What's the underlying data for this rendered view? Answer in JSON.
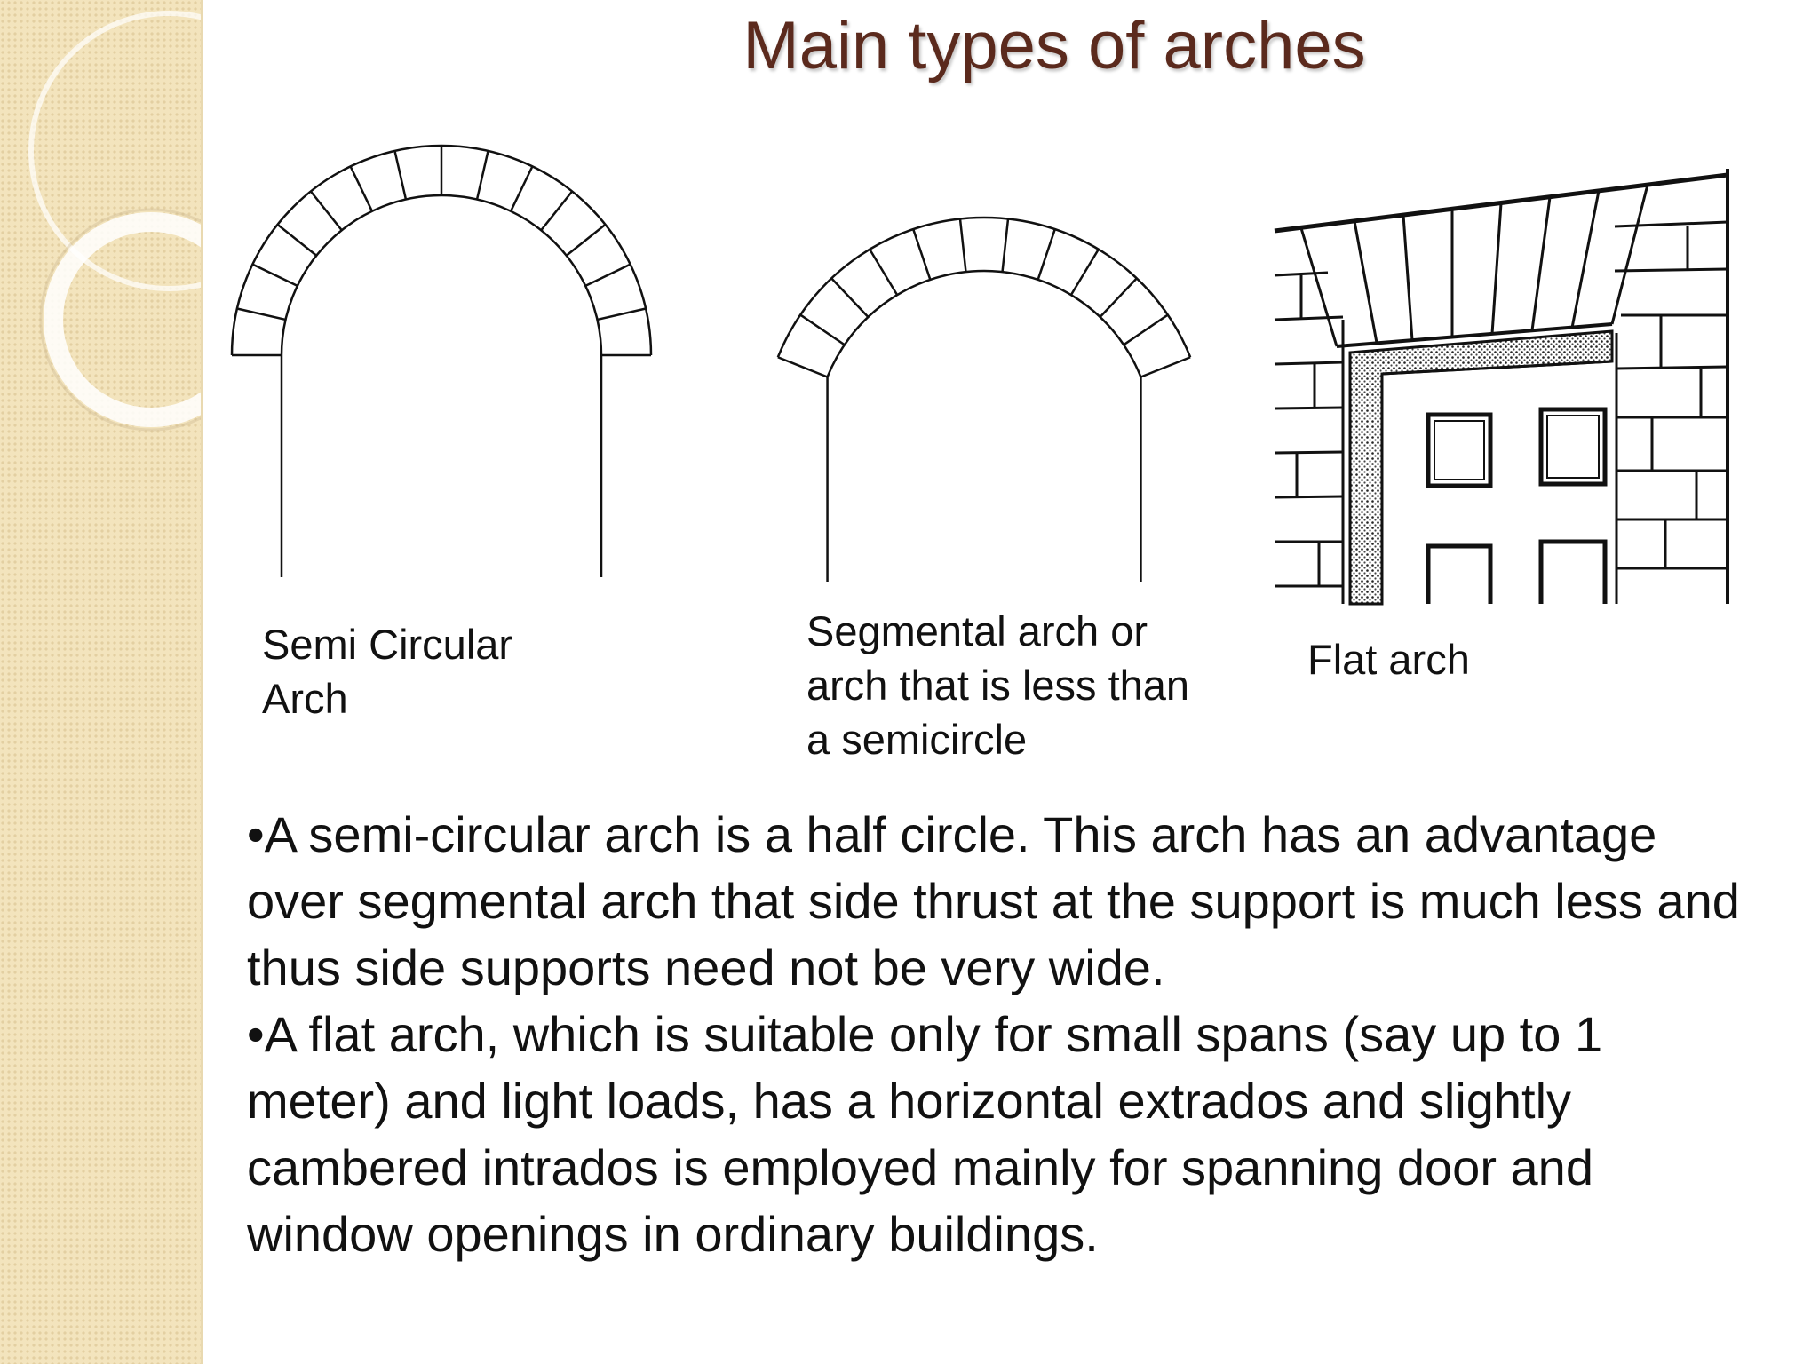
{
  "title": "Main types of arches",
  "figures": [
    {
      "caption": "Semi Circular Arch",
      "icon": "semi-circular-arch-drawing"
    },
    {
      "caption": "Segmental arch or arch that is less than a semicircle",
      "icon": "segmental-arch-drawing"
    },
    {
      "caption": "Flat arch",
      "icon": "flat-arch-drawing"
    }
  ],
  "bullets": [
    "•A semi-circular arch is a half circle. This arch has an advantage over segmental arch that side thrust at the support is much less and thus side supports need not be very wide.",
    "•A flat arch, which is suitable only for small spans (say up to 1 meter) and light loads, has a horizontal extrados and slightly cambered intrados is employed mainly for spanning door and window openings in ordinary buildings."
  ],
  "colors": {
    "title": "#5b2a1d",
    "side_strip": "#f3e4bd",
    "text": "#111111"
  }
}
